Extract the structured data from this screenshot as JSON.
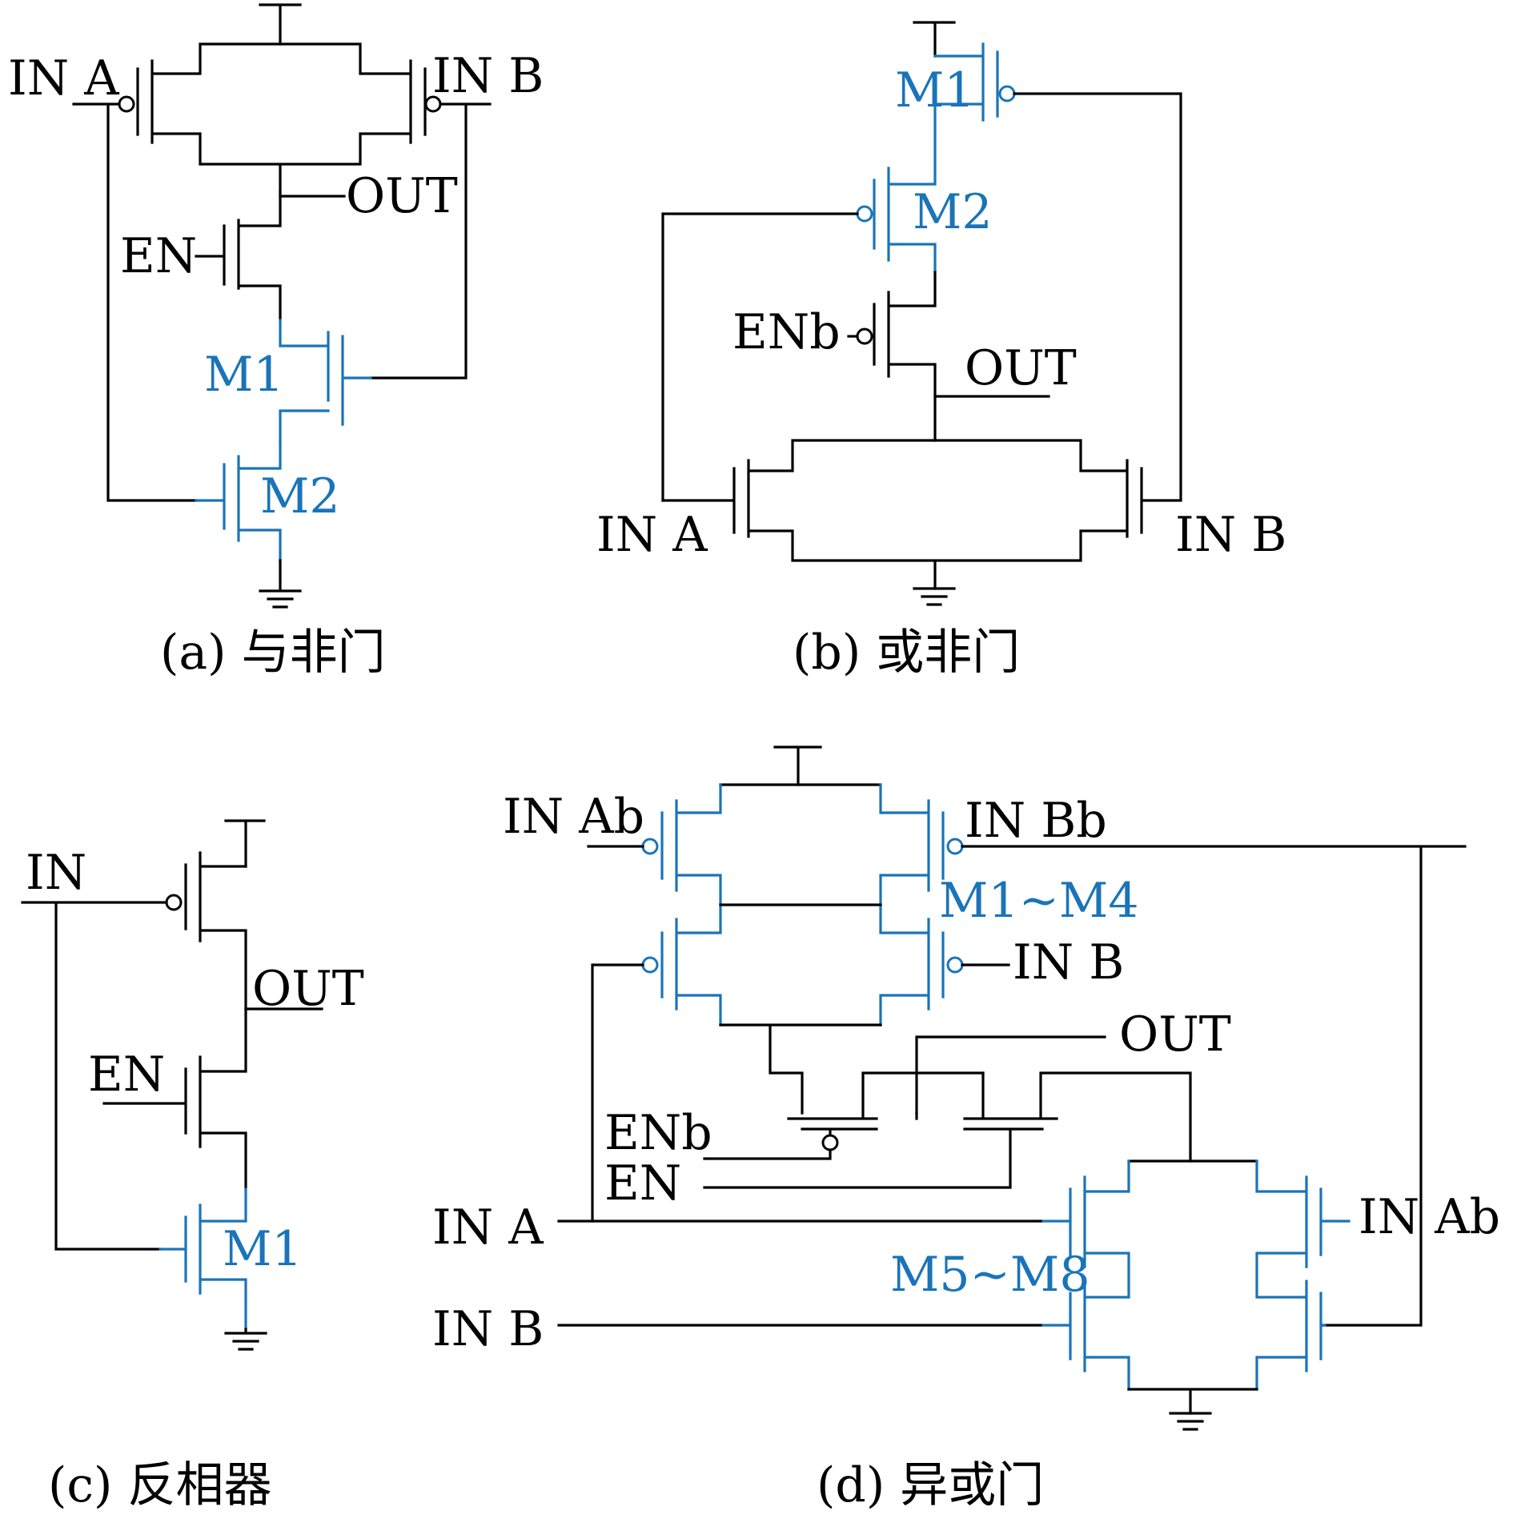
{
  "colors": {
    "black": "#000000",
    "blue": "#1a74b8"
  },
  "panel_a": {
    "in_a": "IN A",
    "in_b": "IN B",
    "out": "OUT",
    "en": "EN",
    "m1": "M1",
    "m2": "M2",
    "caption": "(a) 与非门"
  },
  "panel_b": {
    "m1": "M1",
    "m2": "M2",
    "enb": "ENb",
    "out": "OUT",
    "in_a": "IN A",
    "in_b": "IN B",
    "caption": "(b) 或非门"
  },
  "panel_c": {
    "in": "IN",
    "out": "OUT",
    "en": "EN",
    "m1": "M1",
    "caption": "(c) 反相器"
  },
  "panel_d": {
    "in_ab_top": "IN Ab",
    "in_bb": "IN Bb",
    "m1_m4": "M1~M4",
    "in_b_top": "IN B",
    "out": "OUT",
    "enb": "ENb",
    "en": "EN",
    "in_a": "IN A",
    "in_ab_right": "IN Ab",
    "m5_m8": "M5~M8",
    "in_b_bottom": "IN B",
    "caption": "(d) 异或门"
  }
}
